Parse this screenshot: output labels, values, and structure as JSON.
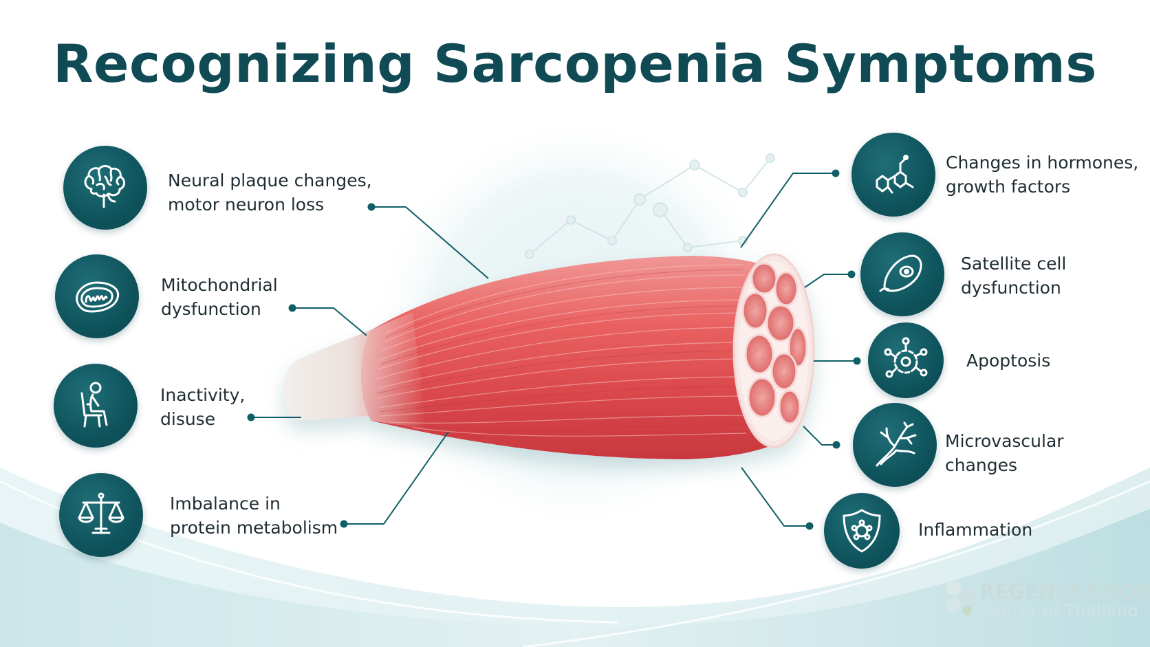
{
  "title": "Recognizing Sarcopenia Symptoms",
  "colors": {
    "badge": "#0f535c",
    "title": "#0f4a55",
    "connector": "#0f5f66",
    "muscle": "#e25a5c",
    "tendon": "#ece6e2"
  },
  "left_items": [
    {
      "line1": "Neural plaque changes,",
      "line2": "motor neuron loss",
      "icon": "brain-icon"
    },
    {
      "line1": "Mitochondrial",
      "line2": "dysfunction",
      "icon": "mitochondria-icon"
    },
    {
      "line1": "Inactivity,",
      "line2": "disuse",
      "icon": "seated-person-icon"
    },
    {
      "line1": "Imbalance in",
      "line2": "protein metabolism",
      "icon": "balance-scale-icon"
    }
  ],
  "right_items": [
    {
      "line1": "Changes in hormones,",
      "line2": "growth factors",
      "icon": "molecule-icon"
    },
    {
      "line1": "Satellite cell",
      "line2": "dysfunction",
      "icon": "cell-icon"
    },
    {
      "line1": "Apoptosis",
      "line2": "",
      "icon": "apoptosis-icon"
    },
    {
      "line1": "Microvascular",
      "line2": "changes",
      "icon": "blood-vessel-icon"
    },
    {
      "line1": "Inflammation",
      "line2": "",
      "icon": "shield-icon"
    }
  ],
  "logo": {
    "line1": "REGENERATION",
    "line2": "Center of Thailand"
  }
}
